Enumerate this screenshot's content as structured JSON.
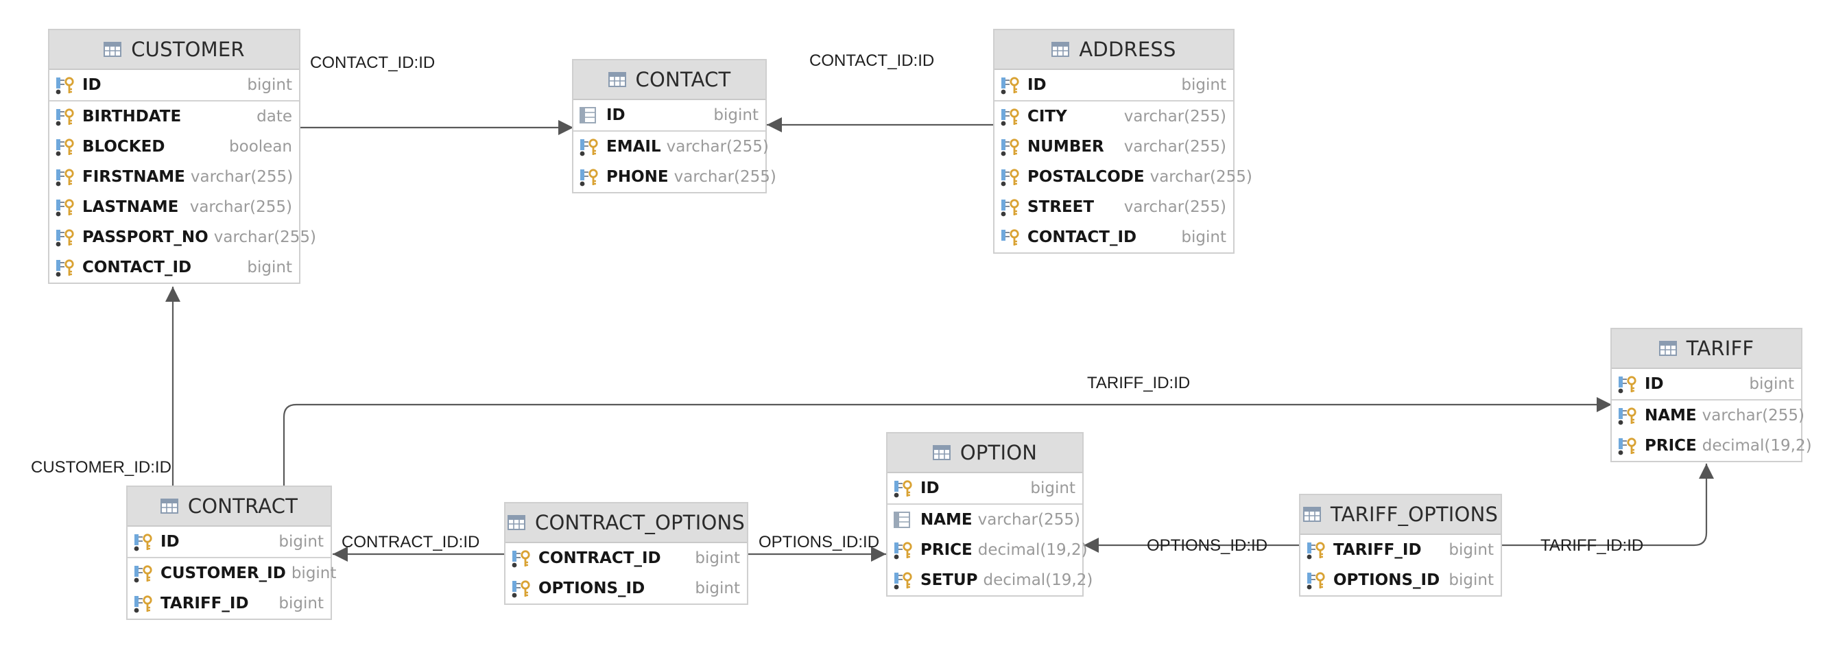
{
  "tables": {
    "customer": {
      "name": "CUSTOMER",
      "columns": [
        {
          "name": "ID",
          "type": "bigint",
          "icon": "primary-key-icon"
        },
        {
          "name": "BIRTHDATE",
          "type": "date",
          "icon": "column-key-icon"
        },
        {
          "name": "BLOCKED",
          "type": "boolean",
          "icon": "column-key-icon"
        },
        {
          "name": "FIRSTNAME",
          "type": "varchar(255)",
          "icon": "column-key-icon"
        },
        {
          "name": "LASTNAME",
          "type": "varchar(255)",
          "icon": "column-key-icon"
        },
        {
          "name": "PASSPORT_NO",
          "type": "varchar(255)",
          "icon": "column-key-icon"
        },
        {
          "name": "CONTACT_ID",
          "type": "bigint",
          "icon": "column-key-icon"
        }
      ]
    },
    "contact": {
      "name": "CONTACT",
      "columns": [
        {
          "name": "ID",
          "type": "bigint",
          "icon": "column-icon"
        },
        {
          "name": "EMAIL",
          "type": "varchar(255)",
          "icon": "column-key-icon"
        },
        {
          "name": "PHONE",
          "type": "varchar(255)",
          "icon": "column-key-icon"
        }
      ]
    },
    "address": {
      "name": "ADDRESS",
      "columns": [
        {
          "name": "ID",
          "type": "bigint",
          "icon": "primary-key-icon"
        },
        {
          "name": "CITY",
          "type": "varchar(255)",
          "icon": "column-key-icon"
        },
        {
          "name": "NUMBER",
          "type": "varchar(255)",
          "icon": "column-key-icon"
        },
        {
          "name": "POSTALCODE",
          "type": "varchar(255)",
          "icon": "column-key-icon"
        },
        {
          "name": "STREET",
          "type": "varchar(255)",
          "icon": "column-key-icon"
        },
        {
          "name": "CONTACT_ID",
          "type": "bigint",
          "icon": "foreign-key-icon"
        }
      ]
    },
    "tariff": {
      "name": "TARIFF",
      "columns": [
        {
          "name": "ID",
          "type": "bigint",
          "icon": "primary-key-icon"
        },
        {
          "name": "NAME",
          "type": "varchar(255)",
          "icon": "column-key-icon"
        },
        {
          "name": "PRICE",
          "type": "decimal(19,2)",
          "icon": "column-key-icon"
        }
      ]
    },
    "option": {
      "name": "OPTION",
      "columns": [
        {
          "name": "ID",
          "type": "bigint",
          "icon": "primary-key-icon"
        },
        {
          "name": "NAME",
          "type": "varchar(255)",
          "icon": "column-icon"
        },
        {
          "name": "PRICE",
          "type": "decimal(19,2)",
          "icon": "column-key-icon"
        },
        {
          "name": "SETUP",
          "type": "decimal(19,2)",
          "icon": "column-key-icon"
        }
      ]
    },
    "contract": {
      "name": "CONTRACT",
      "columns": [
        {
          "name": "ID",
          "type": "bigint",
          "icon": "primary-key-icon"
        },
        {
          "name": "CUSTOMER_ID",
          "type": "bigint",
          "icon": "column-key-icon"
        },
        {
          "name": "TARIFF_ID",
          "type": "bigint",
          "icon": "column-key-icon"
        }
      ]
    },
    "contract_options": {
      "name": "CONTRACT_OPTIONS",
      "columns": [
        {
          "name": "CONTRACT_ID",
          "type": "bigint",
          "icon": "column-key-icon"
        },
        {
          "name": "OPTIONS_ID",
          "type": "bigint",
          "icon": "column-key-icon"
        }
      ]
    },
    "tariff_options": {
      "name": "TARIFF_OPTIONS",
      "columns": [
        {
          "name": "TARIFF_ID",
          "type": "bigint",
          "icon": "column-key-icon"
        },
        {
          "name": "OPTIONS_ID",
          "type": "bigint",
          "icon": "column-key-icon"
        }
      ]
    }
  },
  "edges": [
    {
      "id": "customer-contact",
      "label": "CONTACT_ID:ID"
    },
    {
      "id": "address-contact",
      "label": "CONTACT_ID:ID"
    },
    {
      "id": "contract-customer",
      "label": "CUSTOMER_ID:ID"
    },
    {
      "id": "contract-tariff",
      "label": "TARIFF_ID:ID"
    },
    {
      "id": "contractoptions-contract",
      "label": "CONTRACT_ID:ID"
    },
    {
      "id": "contractoptions-option",
      "label": "OPTIONS_ID:ID"
    },
    {
      "id": "tariffoptions-option",
      "label": "OPTIONS_ID:ID"
    },
    {
      "id": "tariffoptions-tariff",
      "label": "TARIFF_ID:ID"
    }
  ],
  "colors": {
    "header_bg": "#dedede",
    "border": "#cfcfcf",
    "type_text": "#9a9a9a",
    "edge": "#5a5a5a",
    "key_gold": "#d9a233",
    "column_blue": "#6fa8dc"
  }
}
